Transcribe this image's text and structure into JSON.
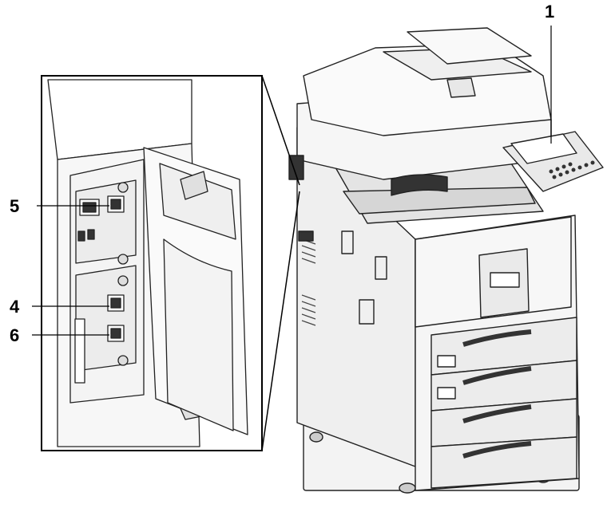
{
  "callouts": {
    "label_1": "1",
    "label_4": "4",
    "label_5": "5",
    "label_6": "6"
  },
  "colors": {
    "line": "#222222",
    "fill_body": "#f3f3f3",
    "fill_dark": "#1a1a1a",
    "fill_shade": "#d9d9d9",
    "background": "#ffffff"
  }
}
